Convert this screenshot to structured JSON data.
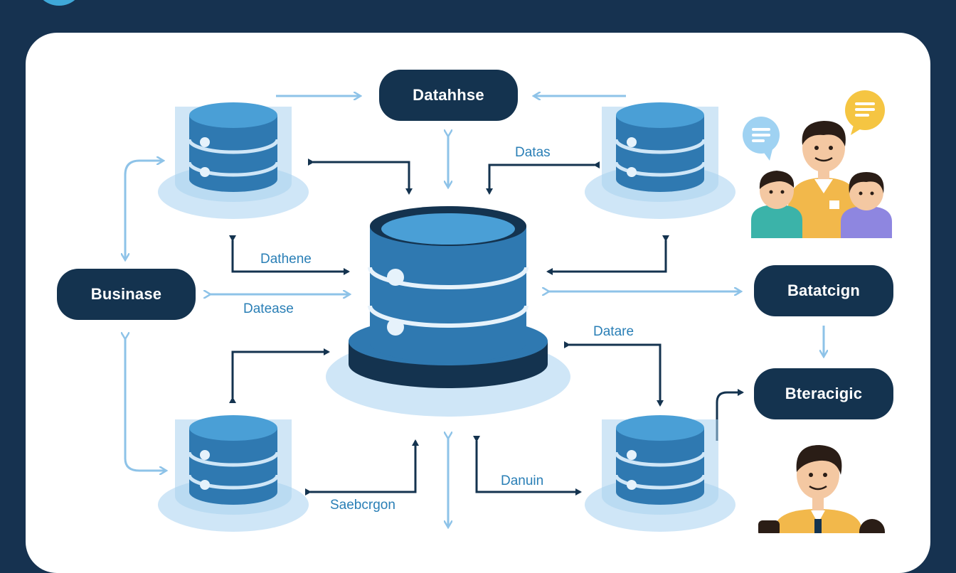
{
  "nodes": {
    "top_center": "Datahhse",
    "left_middle": "Businase",
    "right_upper": "Batatcign",
    "right_lower": "Bteracigic"
  },
  "edge_labels": {
    "top_right": "Datas",
    "center_left_upper": "Dathene",
    "center_left_lower": "Datease",
    "center_right": "Datare",
    "bottom_left": "Saebcrgon",
    "bottom_right": "Danuin"
  },
  "colors": {
    "background": "#163250",
    "panel": "#ffffff",
    "node_dark": "#14334f",
    "database_body": "#2f79b1",
    "database_top": "#4a9fd6",
    "database_halo": "#cfe6f7",
    "arrow_dark": "#14334f",
    "arrow_light": "#8ec3e8",
    "label_text": "#2a7fb6"
  },
  "icons": [
    "database-icon",
    "people-group-icon",
    "chat-bubble-icon",
    "person-icon"
  ]
}
